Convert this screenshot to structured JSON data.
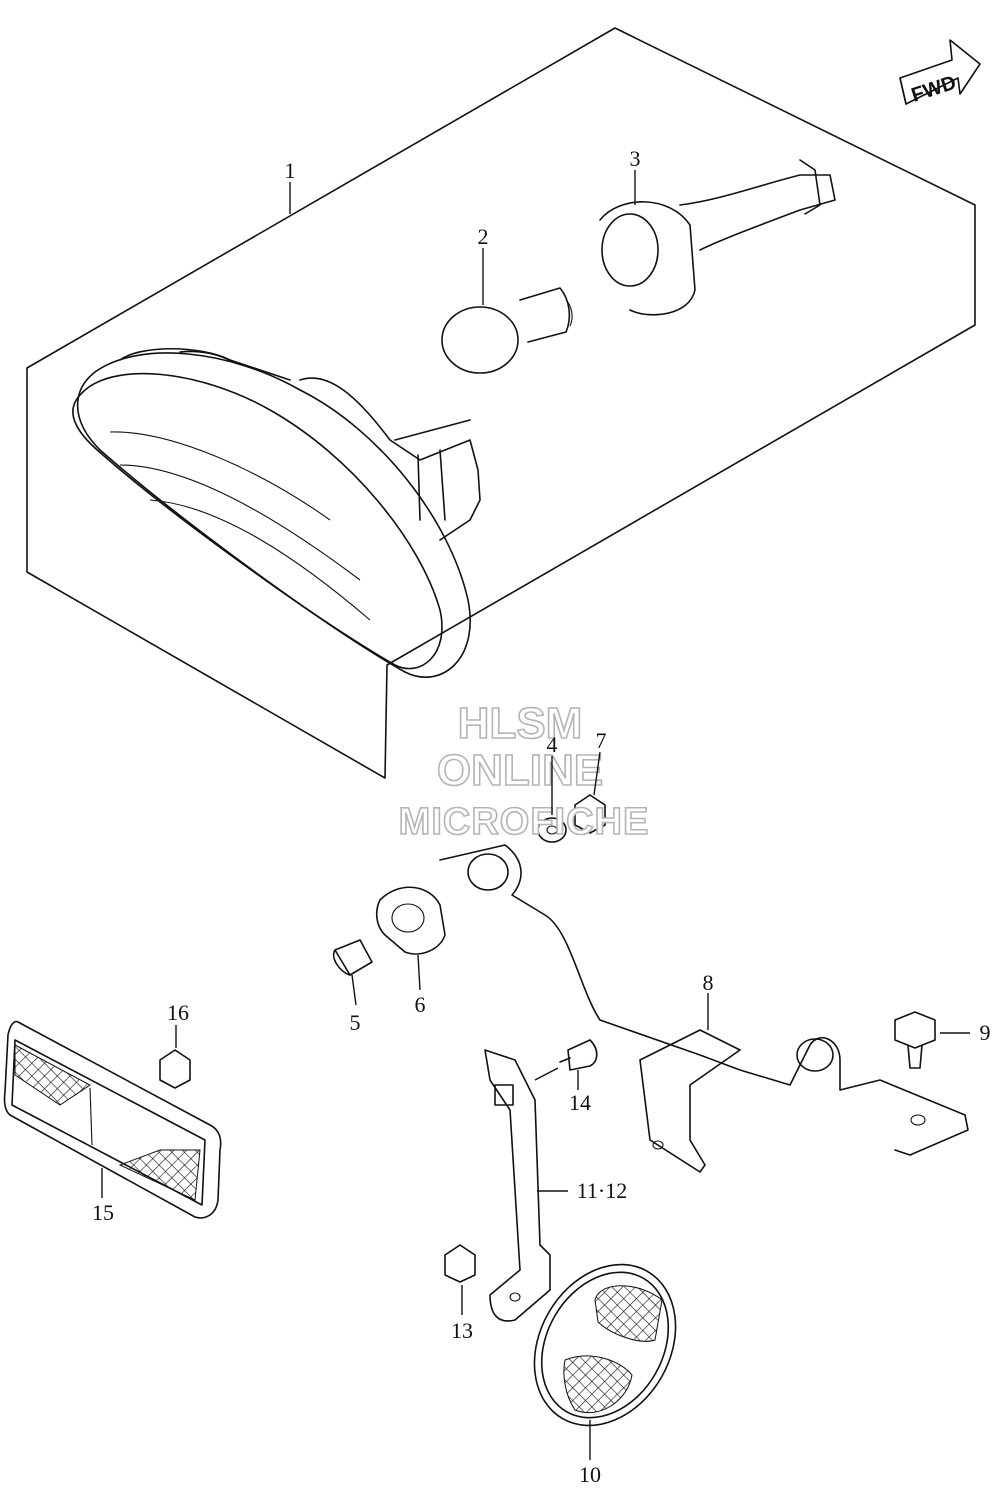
{
  "fwd_label": "FWD",
  "watermark": {
    "line1": "HLSM",
    "line2": "ONLINE",
    "line3": "MICROFICHE"
  },
  "callouts": [
    {
      "id": "1",
      "label": "1"
    },
    {
      "id": "2",
      "label": "2"
    },
    {
      "id": "3",
      "label": "3"
    },
    {
      "id": "4",
      "label": "4"
    },
    {
      "id": "5",
      "label": "5"
    },
    {
      "id": "6",
      "label": "6"
    },
    {
      "id": "7",
      "label": "7"
    },
    {
      "id": "8",
      "label": "8"
    },
    {
      "id": "9",
      "label": "9"
    },
    {
      "id": "10",
      "label": "10"
    },
    {
      "id": "1112",
      "label": "11·12"
    },
    {
      "id": "13",
      "label": "13"
    },
    {
      "id": "14",
      "label": "14"
    },
    {
      "id": "15",
      "label": "15"
    },
    {
      "id": "16",
      "label": "16"
    }
  ]
}
